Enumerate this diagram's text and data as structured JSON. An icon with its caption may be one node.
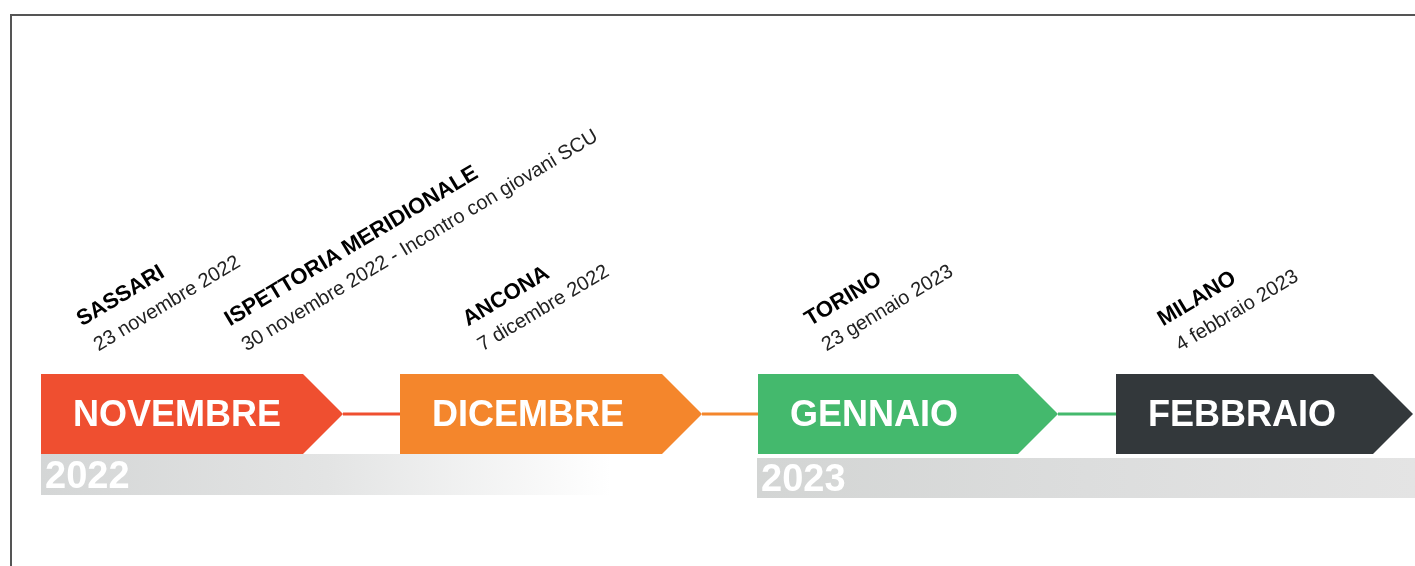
{
  "diagram": {
    "nodes": [
      {
        "text": [
          "NOVEMBRE"
        ]
      },
      {
        "text": [
          "DICEMBRE"
        ]
      },
      {
        "text": [
          "GENNAIO"
        ]
      },
      {
        "text": [
          "FEBBRAIO"
        ]
      },
      {
        "text": [
          "2022"
        ]
      },
      {
        "text": [
          "2023"
        ]
      }
    ],
    "edges": [
      {
        "from": 0,
        "to": 1,
        "arrow": "none",
        "color": "#ef4f30"
      },
      {
        "from": 1,
        "to": 2,
        "arrow": "none",
        "color": "#f4862c"
      },
      {
        "from": 2,
        "to": 3,
        "arrow": "none",
        "color": "#44b96d"
      }
    ],
    "labels": [
      "SASSARI",
      "23 novembre 2022",
      "ISPETTORIA MERIDIONALE",
      "30 novembre 2022 - Incontro con giovani SCU",
      "ANCONA",
      "7 dicembre 2022",
      "TORINO",
      "23 gennaio 2023",
      "MILANO",
      "4 febbraio 2023"
    ]
  }
}
